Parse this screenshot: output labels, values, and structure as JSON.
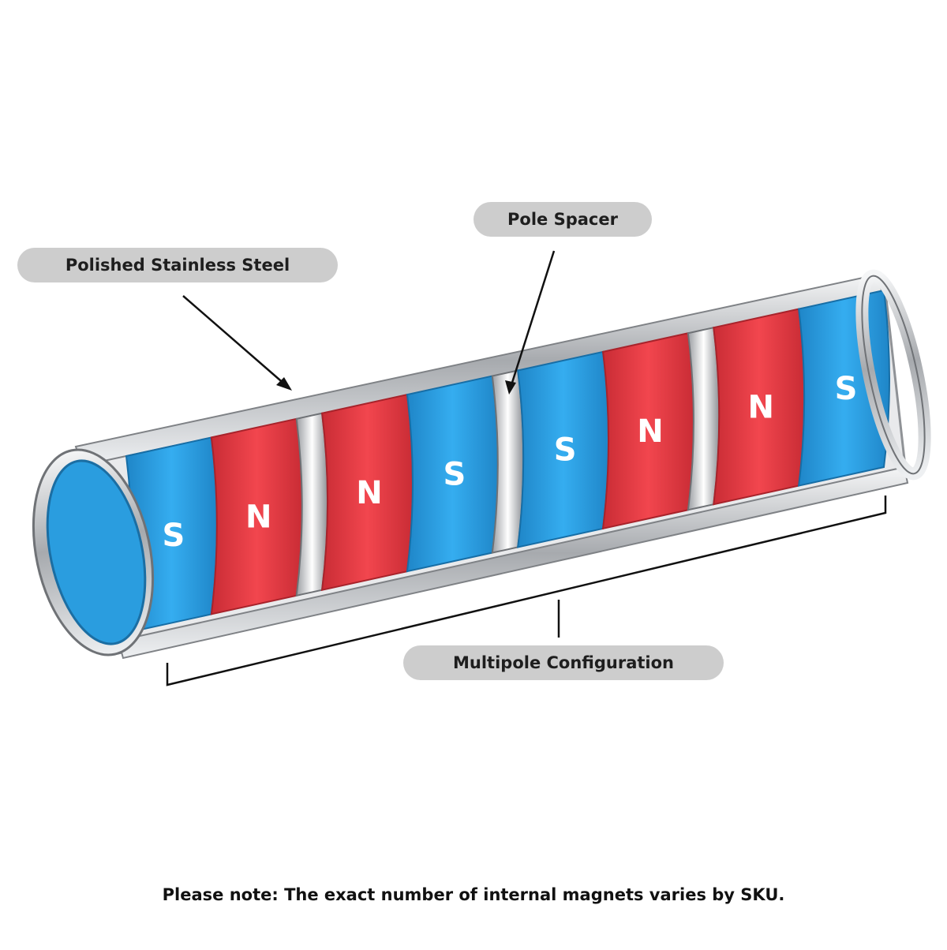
{
  "labels": {
    "steel": "Polished Stainless Steel",
    "spacer": "Pole Spacer",
    "multipole": "Multipole Configuration"
  },
  "note": "Please note: The exact number of internal magnets varies by SKU.",
  "magnets": [
    {
      "pole": "S",
      "kind": "magnet",
      "color": "#2ea3e6"
    },
    {
      "pole": "N",
      "kind": "magnet",
      "color": "#ec3f47"
    },
    {
      "pole": "",
      "kind": "spacer"
    },
    {
      "pole": "N",
      "kind": "magnet",
      "color": "#ec3f47"
    },
    {
      "pole": "S",
      "kind": "magnet",
      "color": "#2ea3e6"
    },
    {
      "pole": "",
      "kind": "spacer"
    },
    {
      "pole": "S",
      "kind": "magnet",
      "color": "#2ea3e6"
    },
    {
      "pole": "N",
      "kind": "magnet",
      "color": "#ec3f47"
    },
    {
      "pole": "",
      "kind": "spacer"
    },
    {
      "pole": "N",
      "kind": "magnet",
      "color": "#ec3f47"
    },
    {
      "pole": "S",
      "kind": "magnet",
      "color": "#2ea3e6"
    }
  ],
  "colors": {
    "south": "#2ea3e6",
    "north": "#ec3f47",
    "steel": "#c9cbcf",
    "label_bg": "#cdcdcd"
  }
}
